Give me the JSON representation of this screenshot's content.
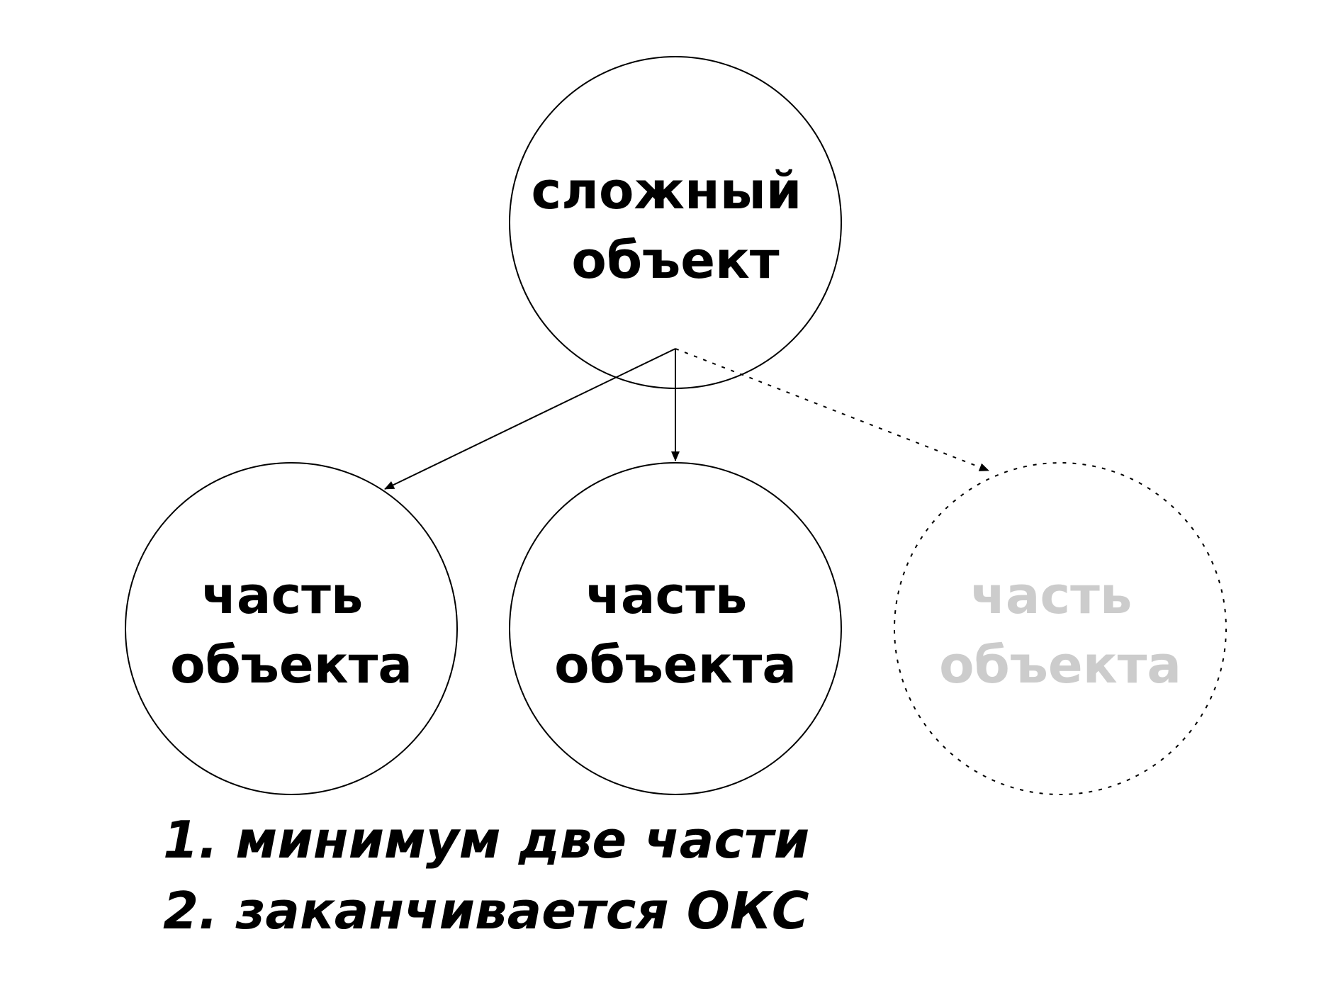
{
  "nodes": {
    "root": {
      "lines": [
        "сложный",
        "объект"
      ],
      "style": "solid",
      "text_color": "#000000"
    },
    "left": {
      "lines": [
        "часть",
        "объекта"
      ],
      "style": "solid",
      "text_color": "#000000"
    },
    "middle": {
      "lines": [
        "часть",
        "объекта"
      ],
      "style": "solid",
      "text_color": "#000000"
    },
    "right": {
      "lines": [
        "часть",
        "объекта"
      ],
      "style": "dashed",
      "text_color": "#cccccc"
    }
  },
  "edges": [
    {
      "from": "root",
      "to": "left",
      "style": "solid"
    },
    {
      "from": "root",
      "to": "middle",
      "style": "solid"
    },
    {
      "from": "root",
      "to": "right",
      "style": "dashed"
    }
  ],
  "notes": [
    "1. минимум две части",
    "2. заканчивается ОКС"
  ],
  "colors": {
    "stroke": "#000000",
    "faded_text": "#cccccc",
    "background": "#ffffff"
  }
}
